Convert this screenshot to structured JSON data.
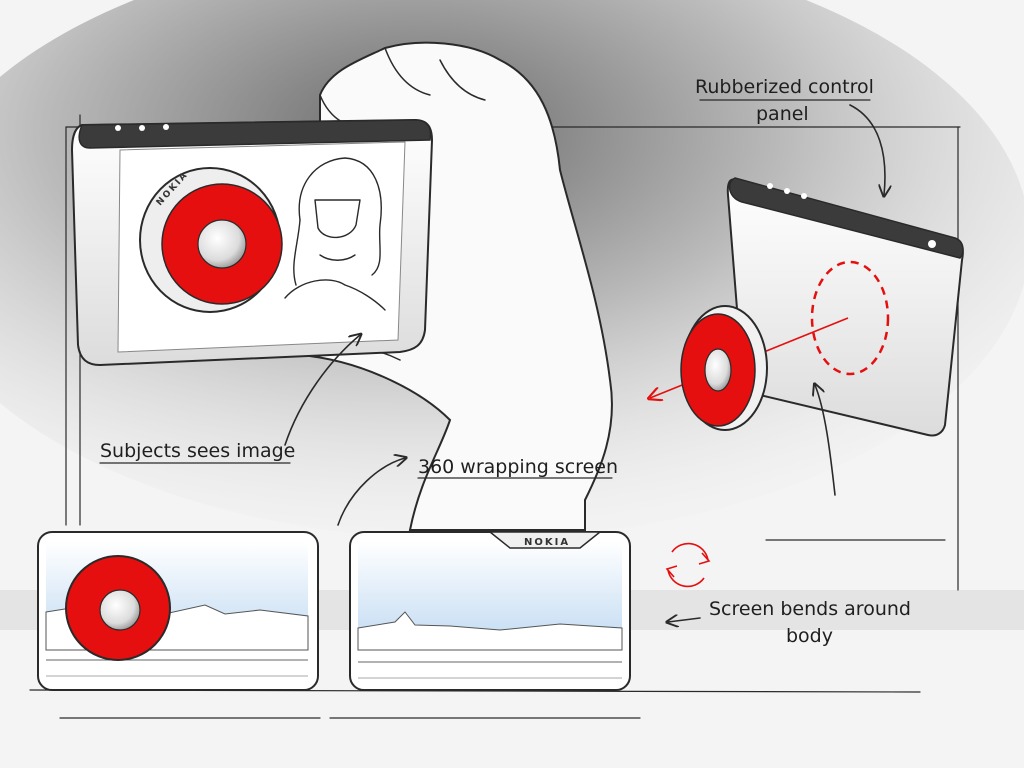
{
  "annotations": {
    "control_panel_line1": "Rubberized control",
    "control_panel_line2": "panel",
    "subjects_sees": "Subjects sees image",
    "wrap_screen": "360 wrapping screen",
    "bends_line1": "Screen bends around",
    "bends_line2": "body"
  },
  "brand": {
    "lens_ring": "NOKIA",
    "screen_notch": "NOKIA"
  },
  "colors": {
    "accent_red": "#e60f0f",
    "ink": "#2a2a2a",
    "screen_sky": "#cfe3f5"
  },
  "icons": [
    "hand-sketch",
    "rotate-arrows-icon",
    "arrow-icon"
  ]
}
